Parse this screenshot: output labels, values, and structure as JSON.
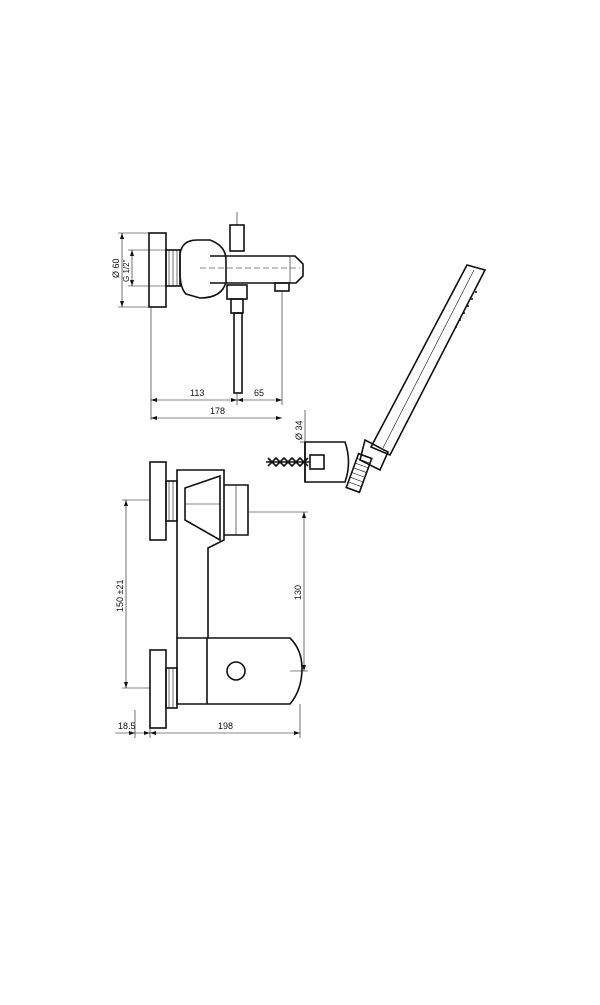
{
  "dimensions": {
    "side_view": {
      "diameter_outer": "Ø 60",
      "thread": "G 1/2\"",
      "length_a": "113",
      "length_b": "65",
      "length_total": "178"
    },
    "handshower": {
      "diameter": "Ø 34"
    },
    "front_view": {
      "height_left": "150 ±21",
      "height_right": "130",
      "offset": "18.5",
      "width_total": "198"
    }
  },
  "colors": {
    "line": "#111111",
    "background": "#ffffff"
  }
}
